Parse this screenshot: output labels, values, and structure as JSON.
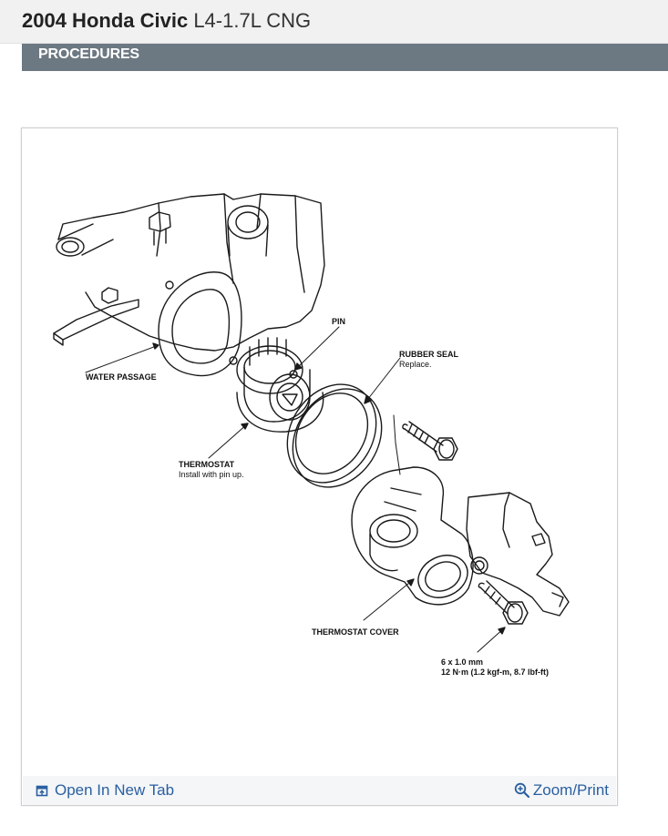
{
  "header": {
    "make_model": "2004 Honda Civic",
    "engine": "L4-1.7L CNG"
  },
  "section": {
    "title": "PROCEDURES"
  },
  "figure": {
    "labels": {
      "pin": "PIN",
      "rubber_seal": "RUBBER SEAL",
      "rubber_seal_note": "Replace.",
      "water_passage": "WATER PASSAGE",
      "thermostat": "THERMOSTAT",
      "thermostat_note": "Install with pin up.",
      "thermostat_cover": "THERMOSTAT COVER",
      "bolt_size": "6 x 1.0 mm",
      "bolt_torque": "12 N·m (1.2 kgf-m, 8.7 lbf-ft)"
    }
  },
  "footer": {
    "open_tab_label": "Open In New Tab",
    "zoom_label": "Zoom/Print",
    "link_color": "#2a5fa0"
  },
  "icons": {
    "open_tab": "open-in-new-tab-icon",
    "zoom": "magnifier-plus-icon"
  }
}
